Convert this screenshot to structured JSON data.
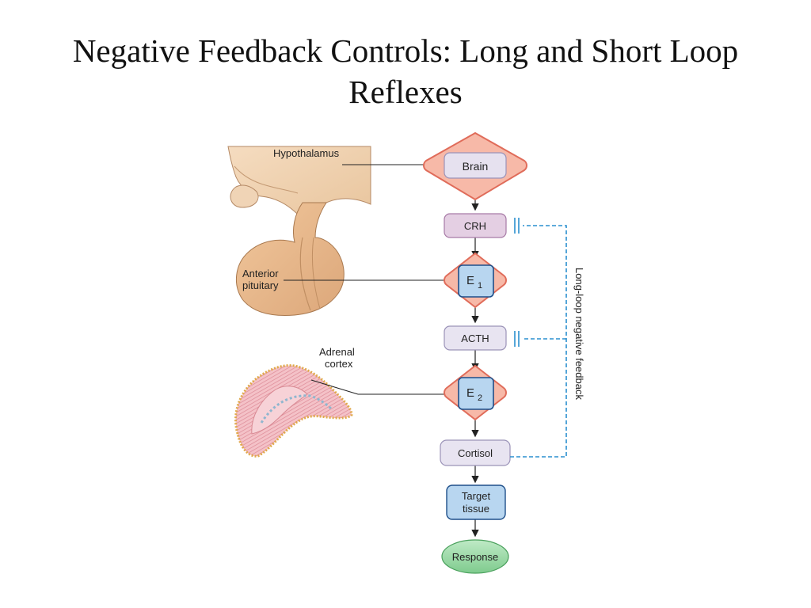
{
  "slide": {
    "title_line1": "Negative Feedback Controls: Long and Short Loop",
    "title_line2": "Reflexes"
  },
  "anatomy": {
    "hypothalamus": "Hypothalamus",
    "anterior_pituitary_line1": "Anterior",
    "anterior_pituitary_line2": "pituitary",
    "adrenal_cortex_line1": "Adrenal",
    "adrenal_cortex_line2": "cortex"
  },
  "flow": {
    "brain": "Brain",
    "crh": "CRH",
    "e1_base": "E",
    "e1_sub": "1",
    "acth": "ACTH",
    "e2_base": "E",
    "e2_sub": "2",
    "cortisol": "Cortisol",
    "target_line1": "Target",
    "target_line2": "tissue",
    "response": "Response"
  },
  "feedback": {
    "label": "Long-loop negative feedback"
  },
  "colors": {
    "diamond_fill": "#f7b9a8",
    "diamond_stroke": "#e06c5a",
    "hormone_box": "#e4cfe3",
    "effector_box": "#b8d6f0",
    "response_fill": "#8fd49c",
    "feedback_line": "#2a8fcf"
  }
}
